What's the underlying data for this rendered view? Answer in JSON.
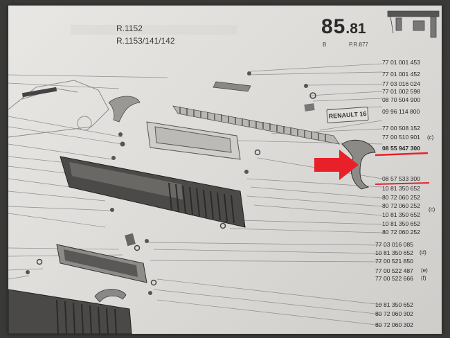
{
  "header": {
    "page_major": "85",
    "page_minor": ".81",
    "sub_left": "B",
    "sub_right": "P.R.877",
    "model_line1": "R.1152",
    "model_line2": "R.1153/141/142"
  },
  "badge": {
    "text": "RENAULT 16"
  },
  "part_numbers": [
    "77 01 001 453",
    "77 01 001 452",
    "77 03 016 024",
    "77 01 002 598",
    "08 70 504 900",
    "09 96 114 800",
    "77 00 508 152",
    "77 00 510 901",
    "08 55 947 300",
    "08 57 533 300",
    "10 81 350 652",
    "80 72 060 252",
    "80 72 060 252",
    "10 81 350 652",
    "10 81 350 652",
    "80 72 060 252",
    "77 03 016 085",
    "10 81 350 652",
    "77 00 521 850",
    "77 00 522 487",
    "77 00 522 666",
    "10 81 350 652",
    "80 72 060 302",
    "80 72 060 302"
  ],
  "variant_flags": {
    "c1": "(c)",
    "c2": "(c)",
    "d": "(d)",
    "e": "(e)",
    "f": "(f)"
  },
  "highlight": {
    "arrow_color": "#e8202a",
    "underline_color": "#e8202a",
    "highlighted_part": "08 55 947 300"
  }
}
